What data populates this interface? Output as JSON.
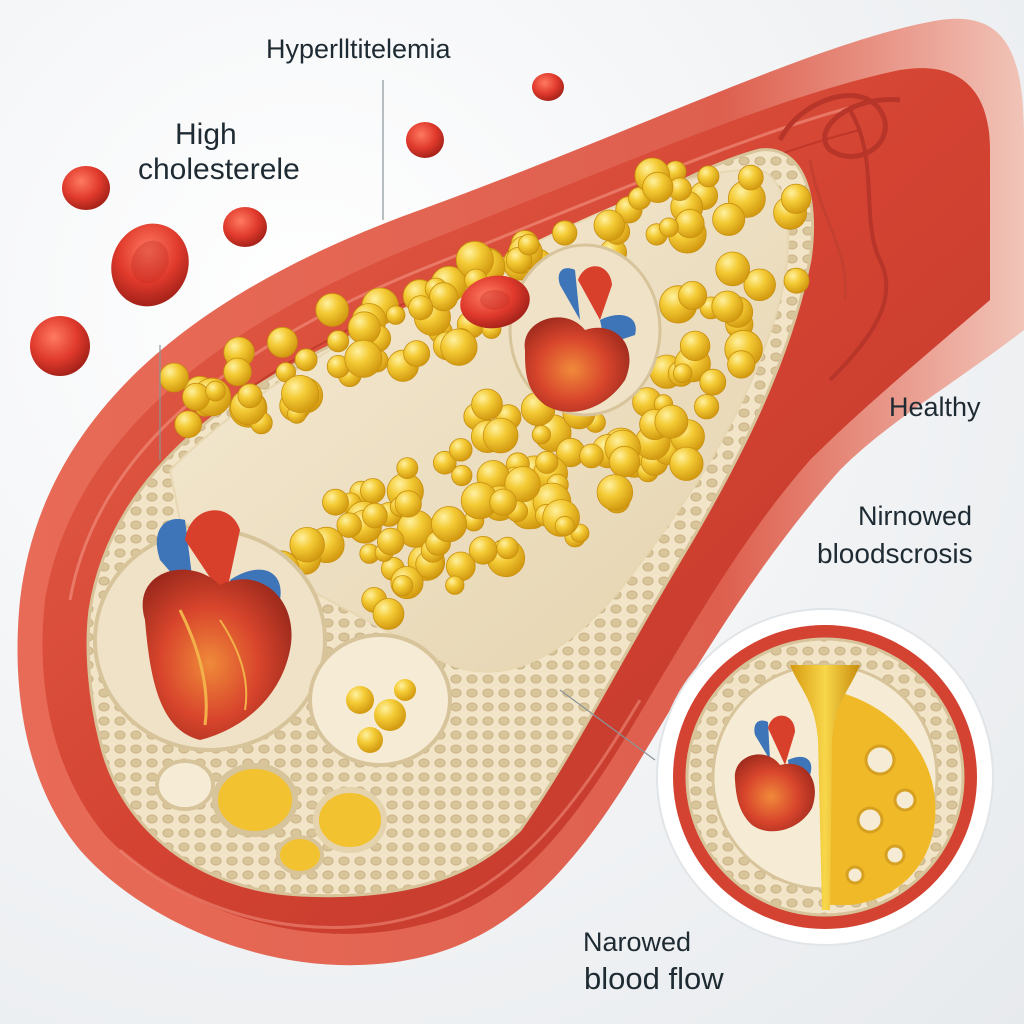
{
  "labels": {
    "hyperlipidemia": "Hyperlltitelemia",
    "high": "High",
    "cholesterol": "cholesterele",
    "healthy": "Healthy",
    "narrowed_top": "Nirnowed",
    "bloodsclerosis": "bloodscrosis",
    "narrowed_bottom": "Narowed",
    "blood_flow": "blood flow"
  },
  "icons": {
    "heart_main": "heart-icon",
    "heart_upper": "heart-icon",
    "heart_inset": "heart-icon",
    "blood_cell": "red-blood-cell-icon"
  },
  "colors": {
    "artery_wall": "#d9483b",
    "artery_inner": "#c0392b",
    "plaque": "#f2c230",
    "plaque_highlight": "#ffe27a",
    "tissue": "#efe2c7",
    "blood_cell": "#e03a2c",
    "heart_red": "#d8402c",
    "heart_blue": "#3e74b8",
    "text": "#1f2b33"
  }
}
